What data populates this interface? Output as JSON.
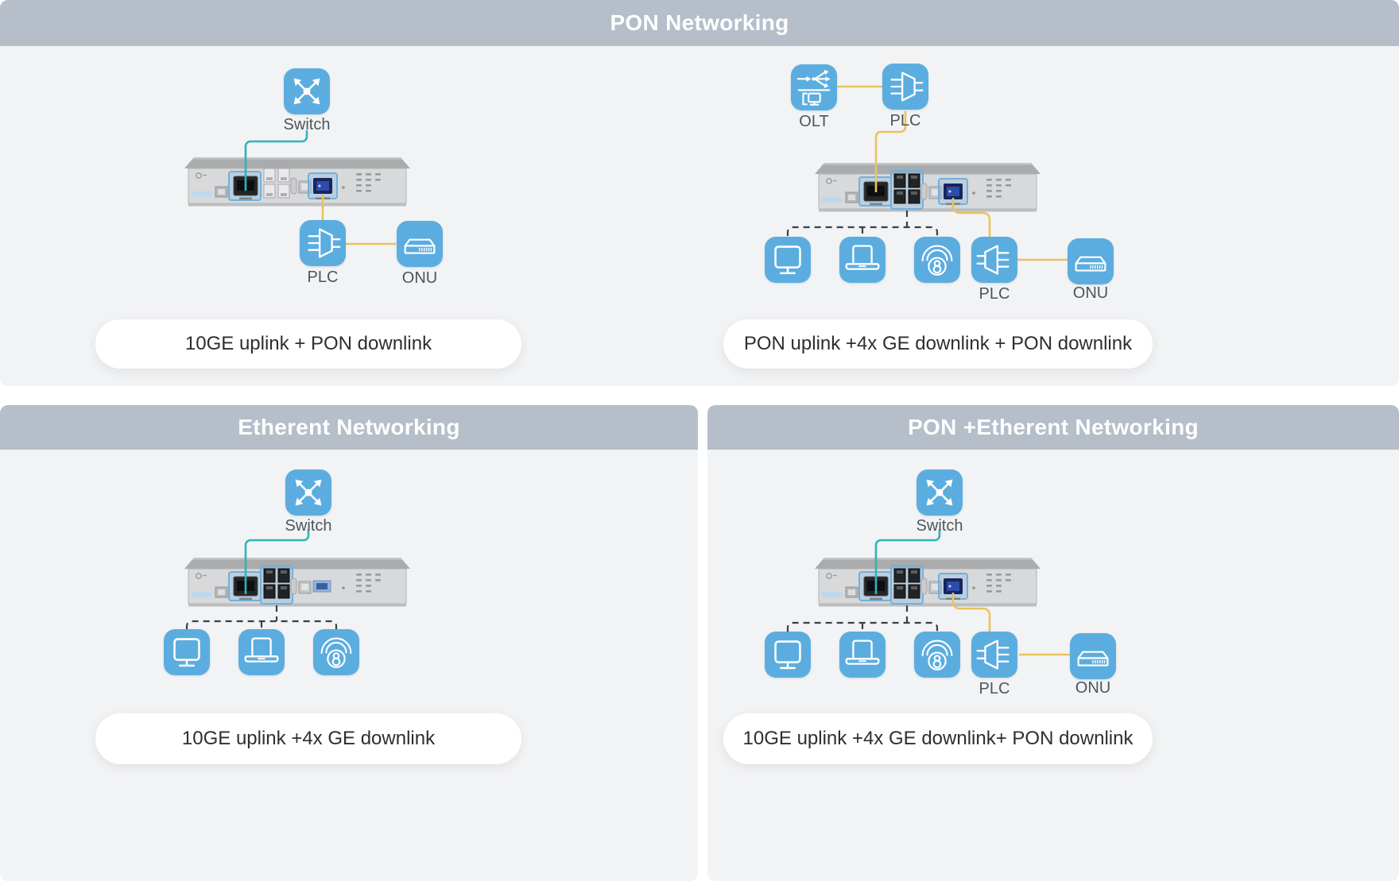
{
  "panels": {
    "pon": {
      "title": "PON Networking",
      "left": {
        "switch_label": "Switch",
        "plc_label": "PLC",
        "onu_label": "ONU",
        "caption": "10GE uplink + PON downlink"
      },
      "right": {
        "olt_label": "OLT",
        "plc_top_label": "PLC",
        "plc_label": "PLC",
        "onu_label": "ONU",
        "caption": "PON uplink +4x GE downlink + PON downlink"
      }
    },
    "ethernet": {
      "title": "Etherent Networking",
      "switch_label": "Switch",
      "caption": "10GE uplink +4x GE downlink"
    },
    "pon_ethernet": {
      "title": "PON +Etherent Networking",
      "switch_label": "Switch",
      "plc_label": "PLC",
      "onu_label": "ONU",
      "caption": "10GE uplink +4x GE downlink+ PON downlink"
    }
  },
  "icons": {
    "switch": "crossed-arrows-switch-icon",
    "olt": "olt-splitter-monitor-icon",
    "plc": "plc-optical-splitter-icon",
    "onu": "onu-box-icon",
    "pc": "desktop-monitor-icon",
    "laptop": "laptop-icon",
    "camera": "dome-camera-icon"
  },
  "colors": {
    "header_bar": "#b5bec9",
    "panel_background": "#f2f3f4",
    "icon_blue": "#5caddf",
    "cable_teal": "#2eb4ba",
    "cable_yellow": "#e9c35f",
    "dashed_line": "#35424c",
    "port_highlight": "#6fb0de"
  }
}
